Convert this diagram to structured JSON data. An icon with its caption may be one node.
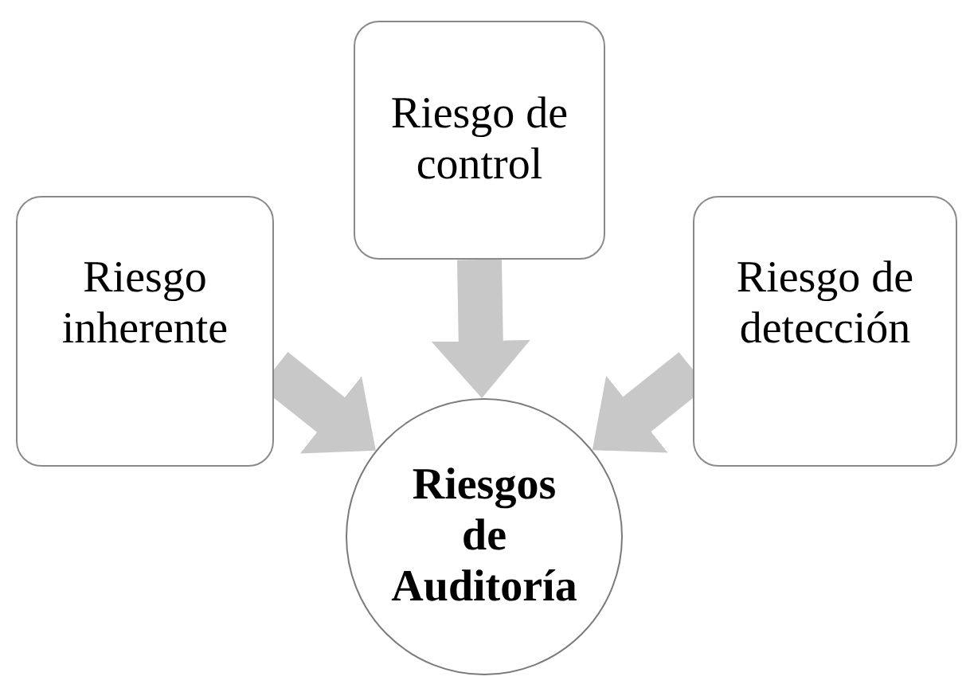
{
  "diagram": {
    "nodes": [
      {
        "text": [
          "Riesgo inherente"
        ]
      },
      {
        "text": [
          "Riesgo de control"
        ]
      },
      {
        "text": [
          "Riesgo de detección"
        ]
      },
      {
        "text": [
          "Riesgos de Auditoría"
        ]
      }
    ],
    "edges": [
      {
        "from": 0,
        "to": 3,
        "arrow": "to"
      },
      {
        "from": 1,
        "to": 3,
        "arrow": "to"
      },
      {
        "from": 2,
        "to": 3,
        "arrow": "to"
      }
    ]
  }
}
